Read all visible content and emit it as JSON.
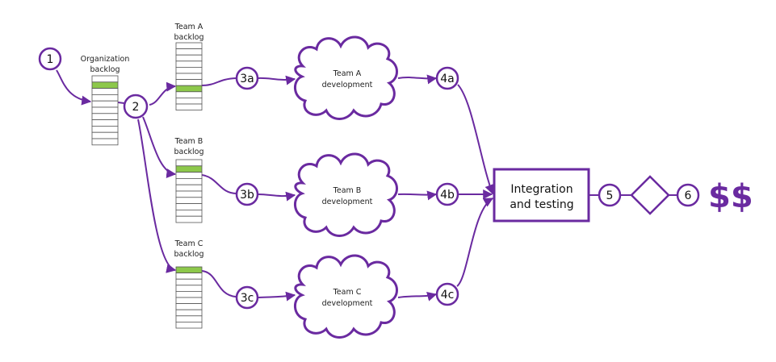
{
  "colors": {
    "purple": "#6a2aa0",
    "highlight": "#8dc84b",
    "grid_line": "#555555"
  },
  "nodes": {
    "n1": "1",
    "n2": "2",
    "n3a": "3a",
    "n3b": "3b",
    "n3c": "3c",
    "n4a": "4a",
    "n4b": "4b",
    "n4c": "4c",
    "n5": "5",
    "n6": "6"
  },
  "backlogs": {
    "org": {
      "line1": "Organization",
      "line2": "backlog",
      "highlight_row": 1
    },
    "team_a": {
      "line1": "Team A",
      "line2": "backlog",
      "highlight_row": 7
    },
    "team_b": {
      "line1": "Team B",
      "line2": "backlog",
      "highlight_row": 1
    },
    "team_c": {
      "line1": "Team C",
      "line2": "backlog",
      "highlight_row": 0
    }
  },
  "clouds": {
    "a": {
      "line1": "Team A",
      "line2": "development"
    },
    "b": {
      "line1": "Team B",
      "line2": "development"
    },
    "c": {
      "line1": "Team C",
      "line2": "development"
    }
  },
  "integration": {
    "line1": "Integration",
    "line2": "and testing"
  },
  "result": "$$"
}
